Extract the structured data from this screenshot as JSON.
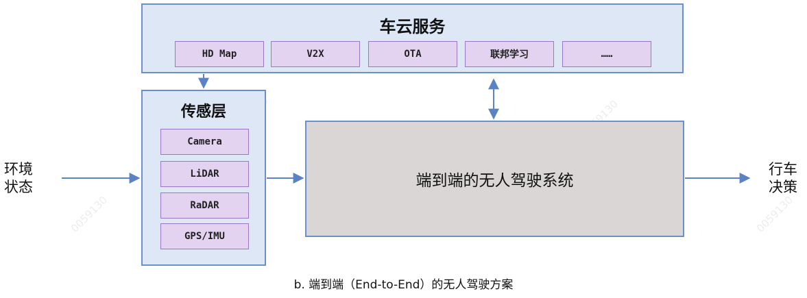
{
  "cloud": {
    "title": "车云服务",
    "items": [
      "HD Map",
      "V2X",
      "OTA",
      "联邦学习",
      "……"
    ]
  },
  "sensing": {
    "title": "传感层",
    "items": [
      "Camera",
      "LiDAR",
      "RaDAR",
      "GPS/IMU"
    ]
  },
  "core": {
    "label": "端到端的无人驾驶系统"
  },
  "input": {
    "line1": "环境",
    "line2": "状态"
  },
  "output": {
    "line1": "行车",
    "line2": "决策"
  },
  "caption": "b. 端到端（End-to-End）的无人驾驶方案",
  "watermark": "0059130",
  "colors": {
    "panel_fill": "#dde7f6",
    "panel_border": "#6b8fc9",
    "item_fill": "#e3d3f1",
    "item_border": "#9a76c4",
    "core_fill": "#d9d6d5",
    "arrow": "#5b83c4"
  }
}
